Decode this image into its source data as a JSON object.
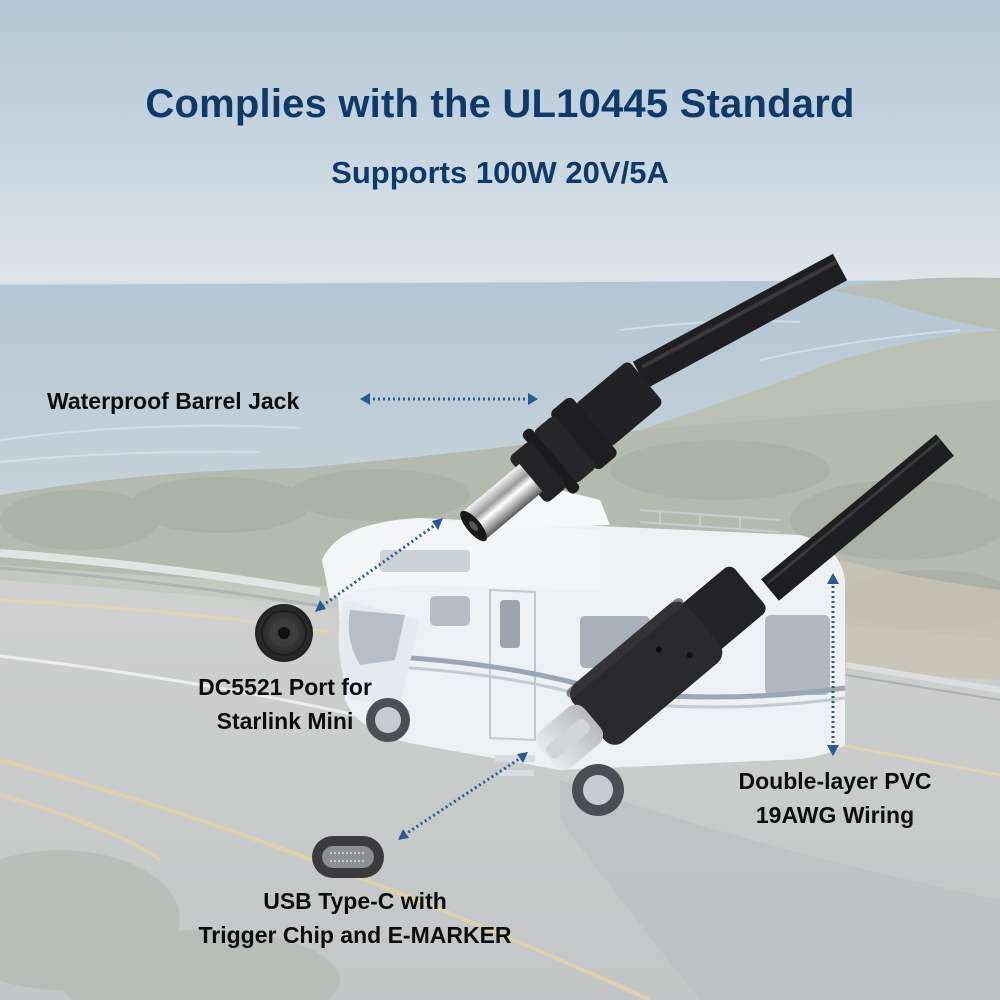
{
  "header": {
    "title": "Complies with the UL10445 Standard",
    "subtitle": "Supports 100W 20V/5A"
  },
  "callouts": {
    "barrel_jack": "Waterproof Barrel Jack",
    "dc_port_line1": "DC5521 Port for",
    "dc_port_line2": "Starlink Mini",
    "wiring_line1": "Double-layer PVC",
    "wiring_line2": "19AWG Wiring",
    "usbc_line1": "USB Type-C with",
    "usbc_line2": "Trigger Chip and E-MARKER"
  },
  "colors": {
    "title": "#0f3a68",
    "label": "#0e0e0e",
    "arrow": "#2a5a92",
    "cable": "#1c1c1e"
  }
}
